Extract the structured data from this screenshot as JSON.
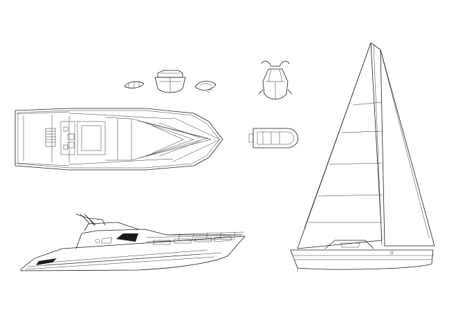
{
  "drawing": {
    "background": "#ffffff",
    "stroke_color": "#1a1a1a",
    "objects": [
      "motor-yacht-top-view",
      "small-rowboat-top-view",
      "rowboat-front-view",
      "boat-perspective-sketch",
      "personal-watercraft-front-view",
      "inflatable-dinghy-top-view",
      "motor-yacht-side-view",
      "sailboat-side-view"
    ]
  }
}
